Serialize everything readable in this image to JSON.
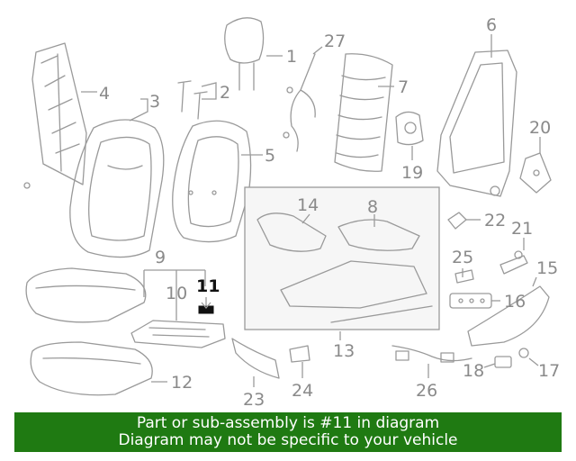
{
  "callouts": {
    "c1": "1",
    "c2": "2",
    "c3": "3",
    "c4": "4",
    "c5": "5",
    "c6": "6",
    "c7": "7",
    "c8": "8",
    "c9": "9",
    "c10": "10",
    "c11": "11",
    "c12": "12",
    "c13": "13",
    "c14": "14",
    "c15": "15",
    "c16": "16",
    "c17": "17",
    "c18": "18",
    "c19": "19",
    "c20": "20",
    "c21": "21",
    "c22": "22",
    "c23": "23",
    "c24": "24",
    "c25": "25",
    "c26": "26",
    "c27": "27"
  },
  "highlighted_part": "11",
  "colors": {
    "banner_bg": "#1f7a12",
    "banner_text": "#ffffff",
    "highlight": "#111111",
    "line": "#9a9a9a"
  },
  "banner": {
    "line1": "Part or sub-assembly is #11 in diagram",
    "line2": "Diagram may not be specific to your vehicle"
  }
}
